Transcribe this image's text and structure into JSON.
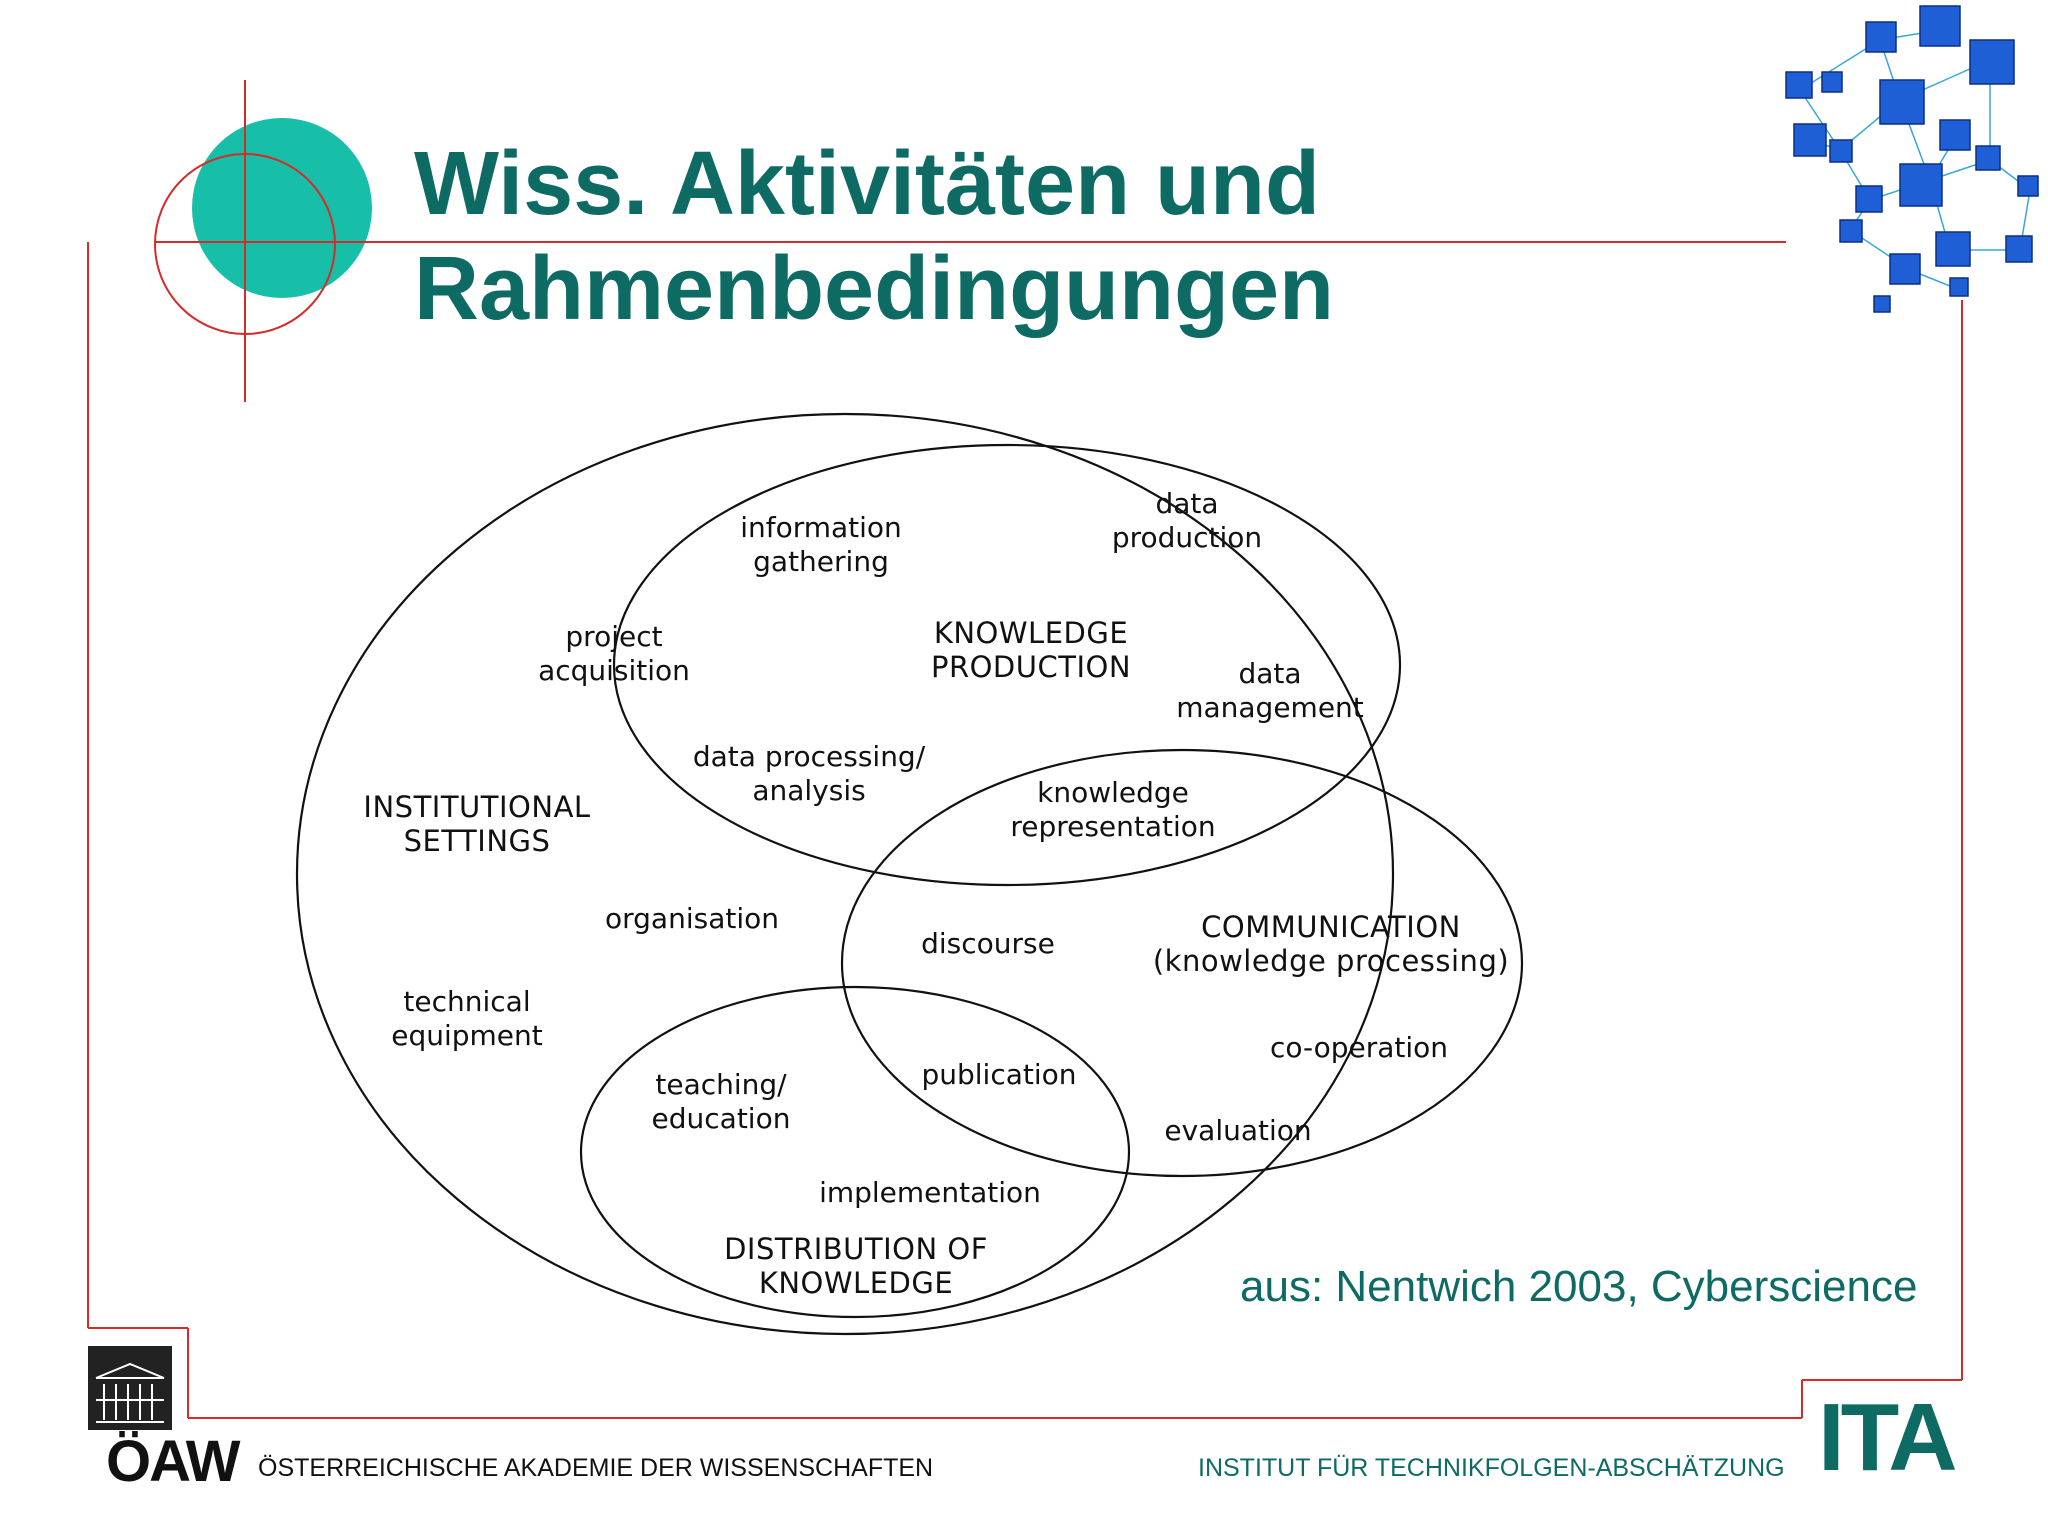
{
  "title": {
    "line1": "Wiss. Aktivitäten und",
    "line2": "Rahmenbedingungen"
  },
  "diagram": {
    "sets": {
      "institutional": "INSTITUTIONAL\nSETTINGS",
      "knowledge_production": "KNOWLEDGE\nPRODUCTION",
      "communication": "COMMUNICATION\n(knowledge processing)",
      "distribution": "DISTRIBUTION OF\nKNOWLEDGE"
    },
    "activities": {
      "information_gathering": "information\ngathering",
      "data_production": "data\nproduction",
      "project_acquisition": "project\nacquisition",
      "data_management": "data\nmanagement",
      "data_processing": "data processing/\nanalysis",
      "knowledge_representation": "knowledge\nrepresentation",
      "organisation": "organisation",
      "discourse": "discourse",
      "technical_equipment": "technical\nequipment",
      "co_operation": "co-operation",
      "teaching_education": "teaching/\neducation",
      "publication": "publication",
      "evaluation": "evaluation",
      "implementation": "implementation"
    }
  },
  "citation": "aus: Nentwich 2003, Cyberscience",
  "footer": {
    "left_logo": "ÖAW",
    "left_text": "ÖSTERREICHISCHE AKADEMIE DER WISSENSCHAFTEN",
    "right_text": "INSTITUT FÜR TECHNIKFOLGEN-ABSCHÄTZUNG",
    "right_logo": "ITA"
  },
  "colors": {
    "title": "#0e6b63",
    "frame": "#d42b2b",
    "accent_circle": "#17bfa8",
    "cube_blue": "#1e5fd6"
  }
}
